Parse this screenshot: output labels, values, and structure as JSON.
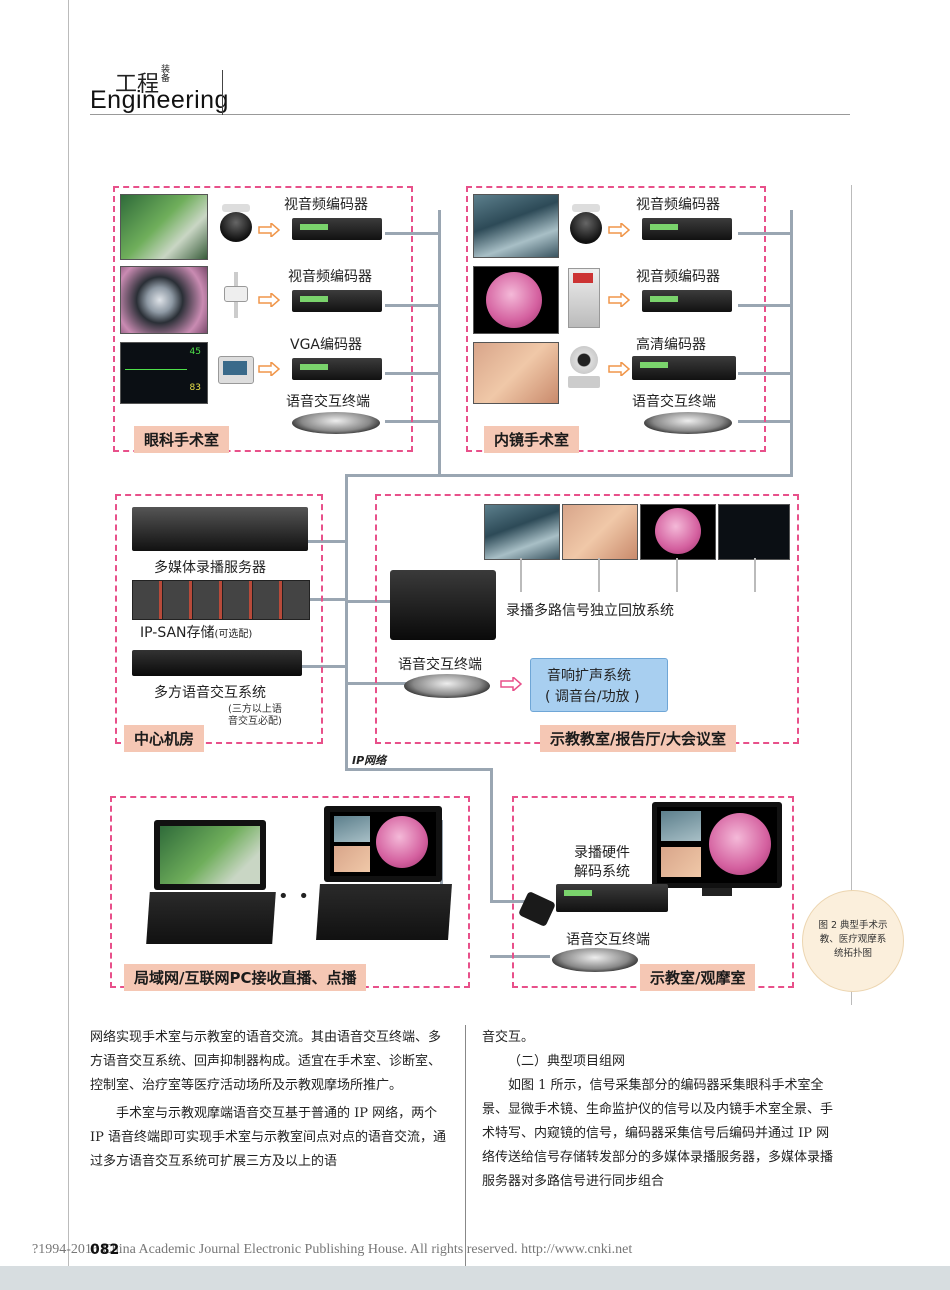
{
  "header": {
    "title_cn": "工程",
    "title_side": "装备",
    "title_en": "Engineering"
  },
  "zones": {
    "ophthalmology": "眼科手术室",
    "endoscopy": "内镜手术室",
    "center": "中心机房",
    "teaching": "示教教室/报告厅/大会议室",
    "pc": "局域网/互联网PC接收直播、点播",
    "classroom": "示教室/观摩室"
  },
  "labels": {
    "av_encoder": "视音频编码器",
    "vga_encoder": "VGA编码器",
    "hd_encoder": "高清编码器",
    "voice_terminal": "语音交互终端",
    "media_server": "多媒体录播服务器",
    "ipsan": "IP-SAN存储",
    "ipsan_note": "(可选配)",
    "multi_voice": "多方语音交互系统",
    "multi_voice_note": "(三方以上语音交互必配)",
    "playback": "录播多路信号独立回放系统",
    "pa_line1": "音响扩声系统",
    "pa_line2": "( 调音台/功放 )",
    "ip_network": "IP网络",
    "decoder_line1": "录播硬件",
    "decoder_line2": "解码系统",
    "monitor_val1": "45",
    "monitor_val2": "83",
    "dots": "• • •"
  },
  "caption": {
    "line1": "图 2 典型手术示",
    "line2": "教、医疗观摩系",
    "line3": "统拓扑图"
  },
  "text": {
    "left_p1": "网络实现手术室与示教室的语音交流。其由语音交互终端、多方语音交互系统、回声抑制器构成。适宜在手术室、诊断室、控制室、治疗室等医疗活动场所及示教观摩场所推广。",
    "left_p2": "手术室与示教观摩端语音交互基于普通的 IP 网络，两个 IP 语音终端即可实现手术室与示教室间点对点的语音交流，通过多方语音交互系统可扩展三方及以上的语",
    "right_p0": "音交互。",
    "right_h": "（二）典型项目组网",
    "right_p1": "如图 1 所示，信号采集部分的编码器采集眼科手术室全景、显微手术镜、生命监护仪的信号以及内镜手术室全景、手术特写、内窥镜的信号，编码器采集信号后编码并通过 IP 网络传送给信号存储转发部分的多媒体录播服务器，多媒体录播服务器对多路信号进行同步组合"
  },
  "footer": {
    "page": "082",
    "copyright": "?1994-2016 China Academic Journal Electronic Publishing House. All rights reserved.    http://www.cnki.net"
  },
  "colors": {
    "zone_border": "#e8508a",
    "zone_label_bg": "#f5c7b4",
    "network_line": "#9aa6b2",
    "pa_box": "#a8cff0"
  }
}
